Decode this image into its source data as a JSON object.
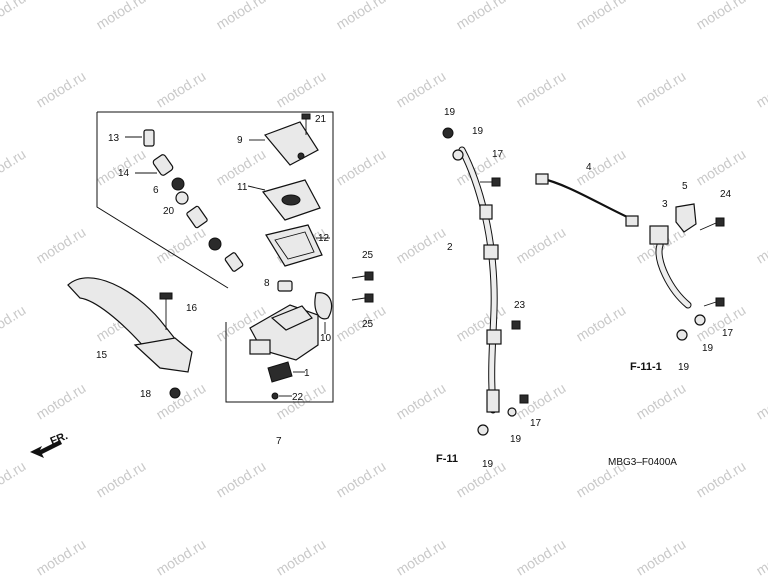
{
  "watermark": "motod.ru",
  "diagram_code": "MBG3–F0400A",
  "direction_arrow": {
    "label": "FR.",
    "icon": "arrow-left-icon"
  },
  "refs": {
    "f11": "F-11",
    "f11_1": "F-11-1"
  },
  "callouts": {
    "c1": "1",
    "c2": "2",
    "c3": "3",
    "c4": "4",
    "c5": "5",
    "c6": "6",
    "c7": "7",
    "c8": "8",
    "c9": "9",
    "c10": "10",
    "c11": "11",
    "c12": "12",
    "c13": "13",
    "c14": "14",
    "c15": "15",
    "c16": "16",
    "c17a": "17",
    "c17b": "17",
    "c17c": "17",
    "c18": "18",
    "c19a": "19",
    "c19b": "19",
    "c19c": "19",
    "c19d": "19",
    "c19e": "19",
    "c19f": "19",
    "c20": "20",
    "c21": "21",
    "c22": "22",
    "c23": "23",
    "c24": "24",
    "c25a": "25",
    "c25b": "25"
  }
}
